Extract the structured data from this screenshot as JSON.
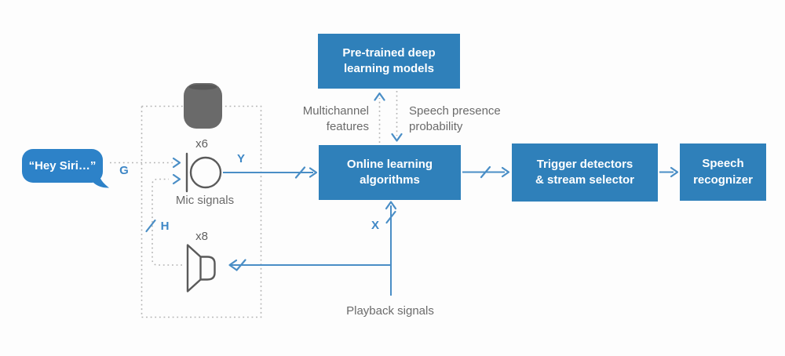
{
  "title": "Hey Siri audio processing pipeline diagram",
  "colors": {
    "box_blue": "#2f80ba",
    "bubble_blue": "#2d82c8",
    "line_blue": "#4a8ec6",
    "signal_label_blue": "#3e87c6",
    "gray_text": "#6b6b6b",
    "icon_stroke_gray": "#5a5a5a",
    "dotted_gray": "#b3b3b3",
    "homepod_gray": "#6a6a6a",
    "box_text": "#ffffff"
  },
  "bubble": {
    "text": "“Hey Siri…”"
  },
  "device_group": {
    "mic_multiplier": "x6",
    "mic_caption": "Mic signals",
    "speaker_multiplier": "x8"
  },
  "signal_labels": {
    "g": "G",
    "h": "H",
    "y": "Y",
    "x": "X"
  },
  "edge_labels": {
    "multichannel_features": "Multichannel\nfeatures",
    "speech_presence_probability": "Speech presence\nprobability",
    "playback_signals": "Playback signals"
  },
  "nodes": {
    "pretrained_models": "Pre-trained deep\nlearning models",
    "online_learning": "Online learning\nalgorithms",
    "trigger_detectors": "Trigger detectors\n& stream selector",
    "speech_recognizer": "Speech\nrecognizer"
  },
  "icons": {
    "homepod": "homepod-device-icon",
    "microphone": "microphone-icon",
    "loudspeaker": "loudspeaker-icon",
    "bubble_tail": "speech-bubble-tail"
  }
}
